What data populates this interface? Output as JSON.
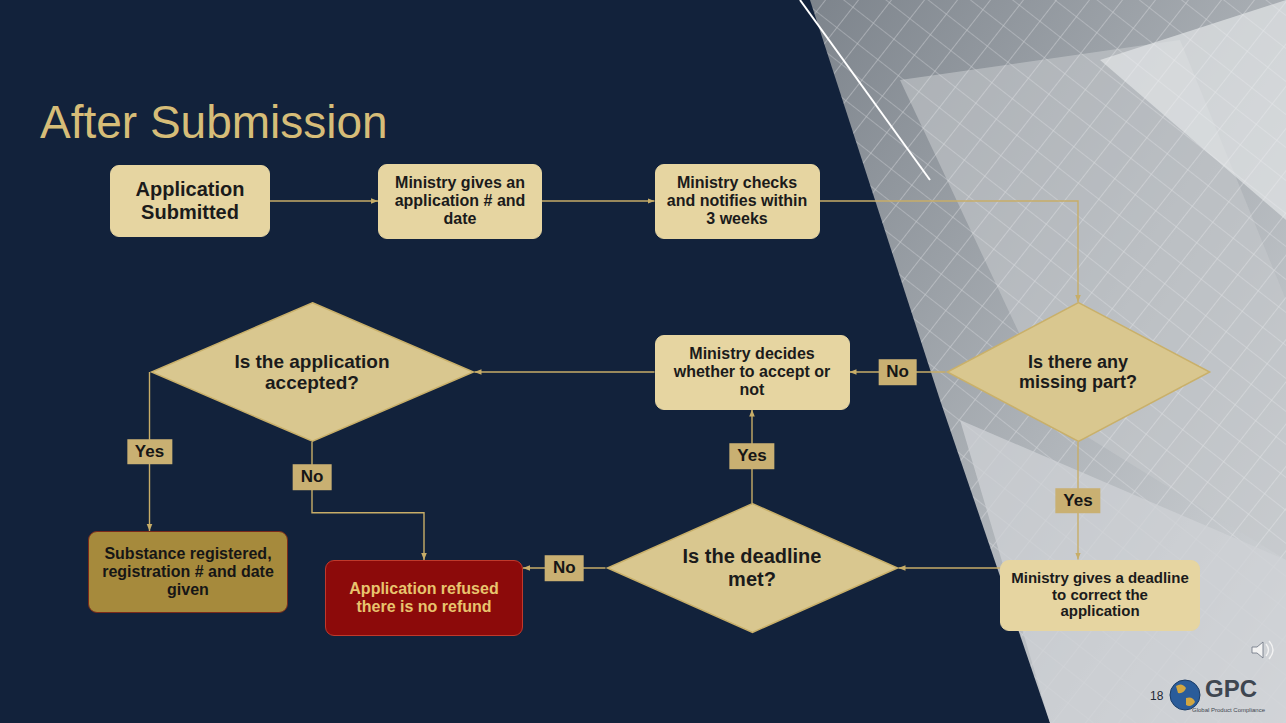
{
  "diagram": {
    "title": "After Submission",
    "nodes": [
      {
        "text": [
          "Application Submitted"
        ]
      },
      {
        "text": [
          "Ministry gives an application # and date"
        ]
      },
      {
        "text": [
          "Ministry checks and notifies within 3 weeks"
        ]
      },
      {
        "text": [
          "Is the application accepted?"
        ]
      },
      {
        "text": [
          "Ministry decides whether to accept or not"
        ]
      },
      {
        "text": [
          "Is there any missing part?"
        ]
      },
      {
        "text": [
          "Substance registered, registration # and date given"
        ]
      },
      {
        "text": [
          "Application refused there is no refund"
        ]
      },
      {
        "text": [
          "Is the deadline met?"
        ]
      },
      {
        "text": [
          "Ministry gives a deadline to correct the application"
        ]
      }
    ],
    "edges": [
      {
        "from": 0,
        "to": 1,
        "arrow": "to"
      },
      {
        "from": 1,
        "to": 2,
        "arrow": "to"
      },
      {
        "from": 2,
        "to": 5,
        "arrow": "to"
      },
      {
        "from": 5,
        "to": 4,
        "label": "No",
        "arrow": "to"
      },
      {
        "from": 4,
        "to": 3,
        "arrow": "to"
      },
      {
        "from": 3,
        "to": 6,
        "label": "Yes",
        "arrow": "to"
      },
      {
        "from": 3,
        "to": 7,
        "label": "No",
        "arrow": "to"
      },
      {
        "from": 5,
        "to": 9,
        "label": "Yes",
        "arrow": "to"
      },
      {
        "from": 9,
        "to": 8,
        "arrow": "to"
      },
      {
        "from": 8,
        "to": 4,
        "label": "Yes",
        "arrow": "to"
      },
      {
        "from": 8,
        "to": 7,
        "label": "No",
        "arrow": "to"
      }
    ],
    "labels": [
      "18",
      "GPC",
      "Global Product Compliance"
    ]
  }
}
